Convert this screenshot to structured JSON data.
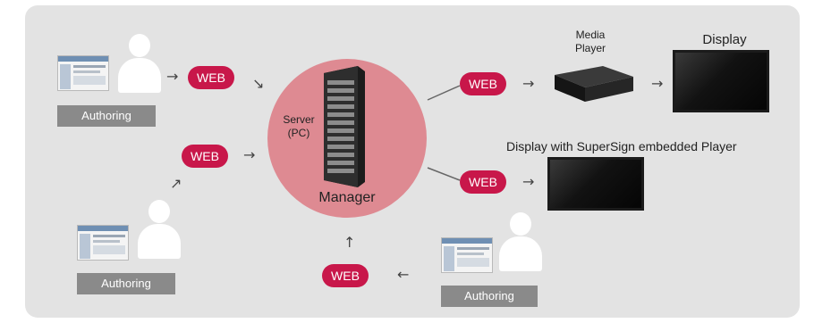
{
  "nodes": {
    "server_label": "Server\n(PC)",
    "manager_label": "Manager",
    "media_player_label": "Media\nPlayer",
    "display_label": "Display",
    "embedded_display_label": "Display with SuperSign embedded Player"
  },
  "authoring": [
    {
      "label": "Authoring"
    },
    {
      "label": "Authoring"
    },
    {
      "label": "Authoring"
    }
  ],
  "connections": [
    {
      "label": "WEB"
    },
    {
      "label": "WEB"
    },
    {
      "label": "WEB"
    },
    {
      "label": "WEB"
    },
    {
      "label": "WEB"
    }
  ],
  "colors": {
    "panel": "#e3e3e3",
    "web_pill": "#c8174a",
    "server_circle": "#de8a92",
    "label_box": "#8a8a8a"
  }
}
